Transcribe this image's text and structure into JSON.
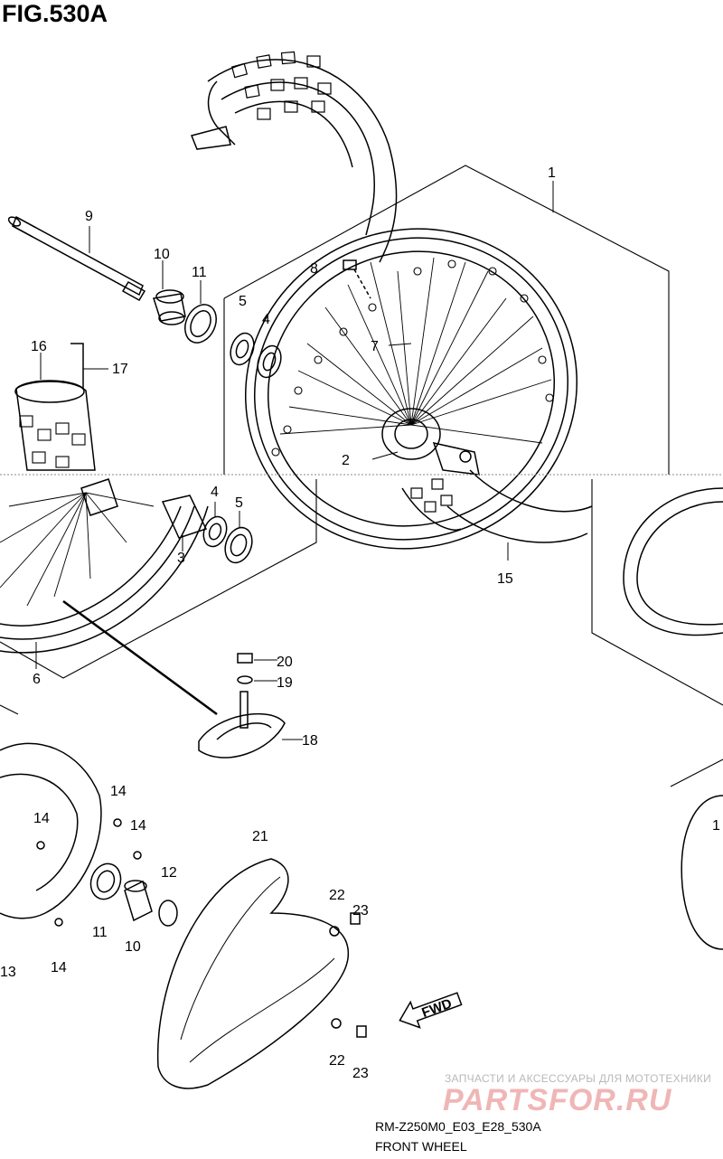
{
  "figure": {
    "title": "FIG.530A",
    "model_code": "RM-Z250M0_E03_E28_530A",
    "name": "FRONT WHEEL",
    "fwd_label": "FWD"
  },
  "callouts": [
    "1",
    "2",
    "3",
    "4",
    "5",
    "6",
    "7",
    "8",
    "9",
    "10",
    "11",
    "12",
    "13",
    "14",
    "15",
    "16",
    "17",
    "18",
    "19",
    "20",
    "21",
    "22",
    "23",
    "4",
    "5",
    "14",
    "14",
    "14",
    "10",
    "11",
    "22",
    "23",
    "13",
    "1"
  ],
  "watermark": {
    "line": "ЗАПЧАСТИ И АКСЕССУАРЫ ДЛЯ МОТОТЕХНИКИ",
    "logo": "PARTSFOR.RU"
  }
}
